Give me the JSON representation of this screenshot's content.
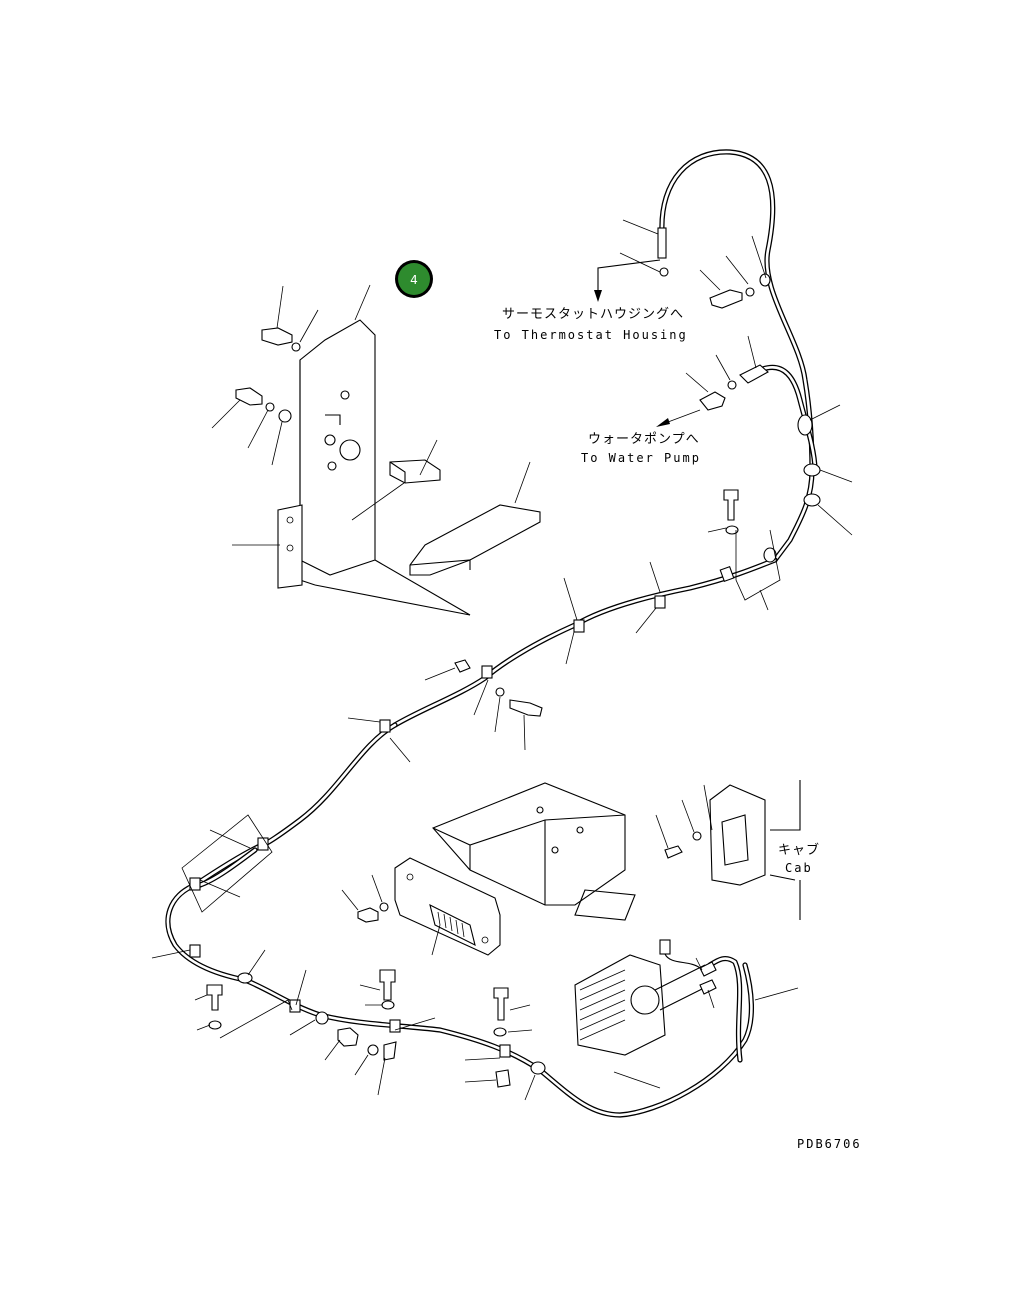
{
  "badge": {
    "label": "4",
    "color": "#2e8b2e"
  },
  "labels": {
    "thermostat_jp": "サーモスタットハウジングへ",
    "thermostat_en": "To Thermostat Housing",
    "water_pump_jp": "ウォータポンプへ",
    "water_pump_en": "To Water Pump",
    "cab_jp": "キャブ",
    "cab_en": "Cab",
    "drawing_code": "PDB6706"
  }
}
